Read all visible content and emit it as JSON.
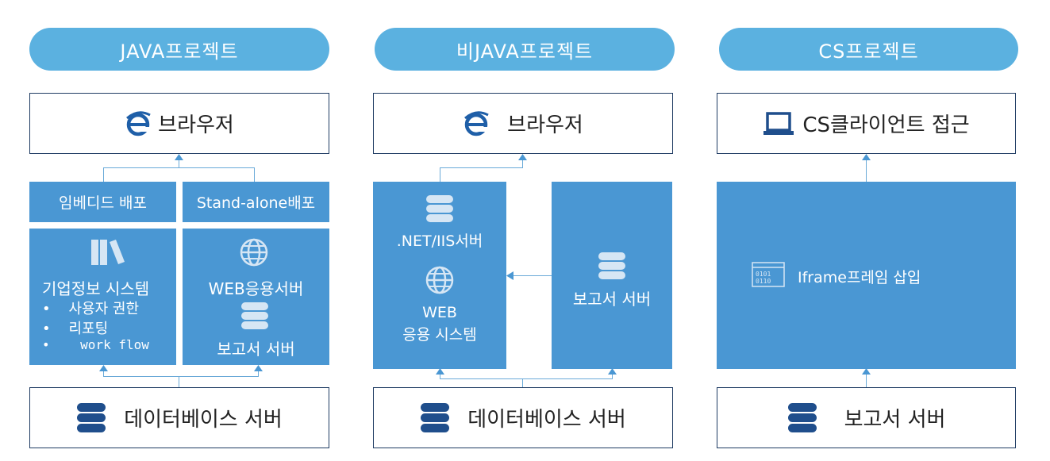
{
  "columns": [
    {
      "header": "JAVA프로젝트",
      "top_box": {
        "label": "브라우저",
        "icon": "ie-icon"
      },
      "deploy_tabs": [
        "임베디드 배포",
        "Stand-alone배포"
      ],
      "left_panel": {
        "icon": "books-icon",
        "title": "기업정보 시스템",
        "bullets": [
          "사용자 권한",
          "리포팅",
          "work flow"
        ]
      },
      "right_panel": {
        "web_label": "WEB응용서버",
        "report_label": "보고서 서버"
      },
      "bottom_box": {
        "label": "데이터베이스 서버",
        "icon": "database-icon"
      }
    },
    {
      "header": "비JAVA프로젝트",
      "top_box": {
        "label": "브라우저",
        "icon": "ie-icon"
      },
      "left_panel": {
        "server_label": ".NET/IIS서버",
        "web_label_line1": "WEB",
        "web_label_line2": "응용 시스템"
      },
      "right_panel": {
        "report_label": "보고서 서버"
      },
      "bottom_box": {
        "label": "데이터베이스 서버",
        "icon": "database-icon"
      }
    },
    {
      "header": "CS프로젝트",
      "top_box": {
        "label": "CS클라이언트 접근",
        "icon": "laptop-icon"
      },
      "panel": {
        "label": "Iframe프레임 삽입",
        "icon": "binary-window-icon"
      },
      "bottom_box": {
        "label": "보고서 서버",
        "icon": "database-icon"
      }
    }
  ]
}
